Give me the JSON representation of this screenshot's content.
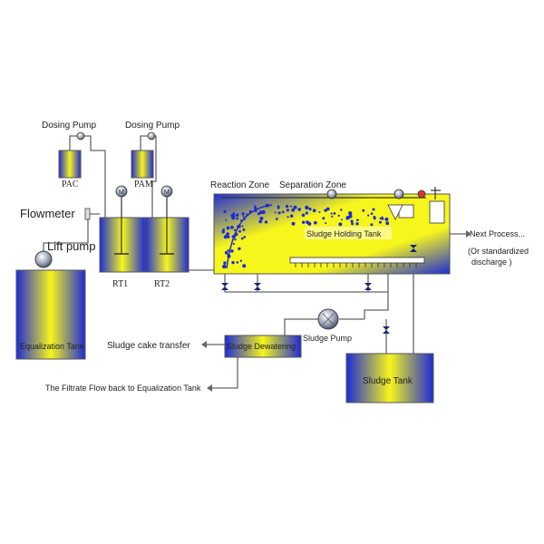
{
  "labels": {
    "dosing_pump_1": "Dosing Pump",
    "dosing_pump_2": "Dosing Pump",
    "pac": "PAC",
    "pam": "PAM",
    "flowmeter": "Flowmeter",
    "lift_pump": "Lift pump",
    "rt1": "RT1",
    "rt2": "RT2",
    "equalization_tank": "Equalization Tank",
    "reaction_zone": "Reaction Zone",
    "separation_zone": "Separation Zone",
    "sludge_holding_tank": "Sludge Holding Tank",
    "next_process": "Next Process...",
    "or_standardized": "(Or standardized",
    "discharge": "discharge )",
    "sludge_pump": "Sludge Pump",
    "sludge_dewatering": "Sludge Dewatering",
    "sludge_cake_transfer": "Sludge cake transfer",
    "sludge_tank": "Sludge Tank",
    "filtrate_flow": "The Filtrate Flow back to Equalization Tank",
    "motor_m": "M"
  },
  "colors": {
    "gradient_blue": "#1e2bd6",
    "gradient_yellow": "#f6f51c",
    "bubble_blue": "#1e2bd6",
    "pump_gray": "#9aa3b5",
    "pipe_gray": "#666666",
    "valve_navy": "#1a2470"
  }
}
